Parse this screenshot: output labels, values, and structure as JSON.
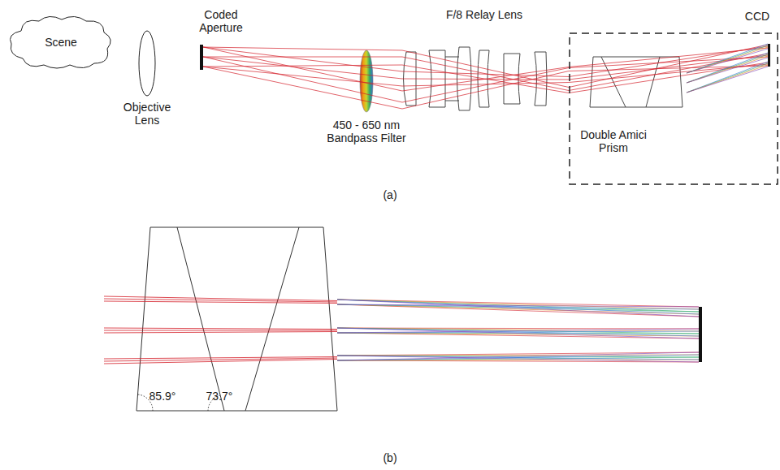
{
  "diagram": {
    "nodes": [
      {
        "text": [
          "Scene"
        ]
      },
      {
        "text": [
          "Double Amici Prism"
        ]
      }
    ],
    "labels": [
      "Coded Aperture",
      "Objective Lens",
      "450 - 650 nm Bandpass Filter",
      "F/8 Relay Lens",
      "CCD",
      "(a)",
      "85.9°",
      "73.7°",
      "(b)"
    ]
  }
}
